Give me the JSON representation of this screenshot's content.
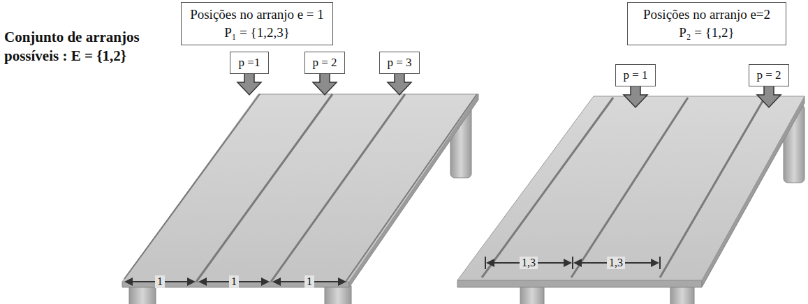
{
  "diagram": {
    "nodes": [
      {
        "text": [
          "Posições no arranjo e = 1",
          "P₁ = {1,2,3}"
        ]
      },
      {
        "text": [
          "Posições no arranjo e=2",
          "P₂ = {1,2}"
        ]
      },
      {
        "text": [
          "p =1"
        ]
      },
      {
        "text": [
          "p = 2"
        ]
      },
      {
        "text": [
          "p = 3"
        ]
      },
      {
        "text": [
          "p = 1"
        ]
      },
      {
        "text": [
          "p = 2"
        ]
      }
    ],
    "labels": [
      "Conjunto de arranjos possíveis : E = {1,2}",
      "1",
      "1",
      "1",
      "1,3",
      "1,3"
    ]
  }
}
